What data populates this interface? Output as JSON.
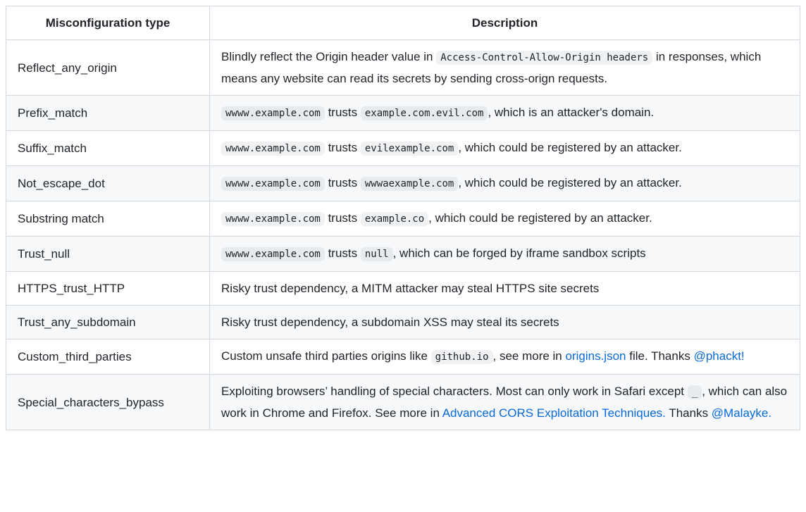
{
  "colors": {
    "text": "#1f2328",
    "link": "#0969da",
    "border": "#d0d7de",
    "row_alt_background": "#f6f8fa",
    "code_background": "rgba(175,184,193,0.2)"
  },
  "table": {
    "headers": [
      {
        "label": "Misconfiguration type"
      },
      {
        "label": "Description"
      }
    ],
    "rows": [
      {
        "type": "Reflect_any_origin",
        "description": [
          {
            "kind": "text",
            "value": "Blindly reflect the Origin header value in "
          },
          {
            "kind": "code",
            "value": "Access-Control-Allow-Origin headers"
          },
          {
            "kind": "text",
            "value": " in responses, which means any website can read its secrets by sending cross-orign requests."
          }
        ]
      },
      {
        "type": "Prefix_match",
        "description": [
          {
            "kind": "code",
            "value": "wwww.example.com"
          },
          {
            "kind": "text",
            "value": " trusts "
          },
          {
            "kind": "code",
            "value": "example.com.evil.com"
          },
          {
            "kind": "text",
            "value": ", which is an attacker's domain."
          }
        ]
      },
      {
        "type": "Suffix_match",
        "description": [
          {
            "kind": "code",
            "value": "wwww.example.com"
          },
          {
            "kind": "text",
            "value": " trusts "
          },
          {
            "kind": "code",
            "value": "evilexample.com"
          },
          {
            "kind": "text",
            "value": ", which could be registered by an attacker."
          }
        ]
      },
      {
        "type": "Not_escape_dot",
        "description": [
          {
            "kind": "code",
            "value": "wwww.example.com"
          },
          {
            "kind": "text",
            "value": " trusts "
          },
          {
            "kind": "code",
            "value": "wwwaexample.com"
          },
          {
            "kind": "text",
            "value": ", which could be registered by an attacker."
          }
        ]
      },
      {
        "type": "Substring match",
        "description": [
          {
            "kind": "code",
            "value": "wwww.example.com"
          },
          {
            "kind": "text",
            "value": " trusts "
          },
          {
            "kind": "code",
            "value": "example.co"
          },
          {
            "kind": "text",
            "value": ", which could be registered by an attacker."
          }
        ]
      },
      {
        "type": "Trust_null",
        "description": [
          {
            "kind": "code",
            "value": "wwww.example.com"
          },
          {
            "kind": "text",
            "value": " trusts "
          },
          {
            "kind": "code",
            "value": "null"
          },
          {
            "kind": "text",
            "value": ", which can be forged by iframe sandbox scripts"
          }
        ]
      },
      {
        "type": "HTTPS_trust_HTTP",
        "description": [
          {
            "kind": "text",
            "value": "Risky trust dependency, a MITM attacker may steal HTTPS site secrets"
          }
        ]
      },
      {
        "type": "Trust_any_subdomain",
        "description": [
          {
            "kind": "text",
            "value": "Risky trust dependency, a subdomain XSS may steal its secrets"
          }
        ]
      },
      {
        "type": "Custom_third_parties",
        "description": [
          {
            "kind": "text",
            "value": "Custom unsafe third parties origins like "
          },
          {
            "kind": "code",
            "value": "github.io"
          },
          {
            "kind": "text",
            "value": ", see more in "
          },
          {
            "kind": "link",
            "name": "origins-json-link",
            "value": "origins.json"
          },
          {
            "kind": "text",
            "value": " file. Thanks "
          },
          {
            "kind": "link",
            "name": "phackt-link",
            "value": "@phackt!"
          }
        ]
      },
      {
        "type": "Special_characters_bypass",
        "description": [
          {
            "kind": "text",
            "value": "Exploiting browsers’ handling of special characters. Most can only work in Safari except "
          },
          {
            "kind": "code",
            "value": "_"
          },
          {
            "kind": "text",
            "value": ", which can also work in Chrome and Firefox. See more in "
          },
          {
            "kind": "link",
            "name": "advanced-cors-exploitation-link",
            "value": "Advanced CORS Exploitation Techniques."
          },
          {
            "kind": "text",
            "value": " Thanks "
          },
          {
            "kind": "link",
            "name": "malayke-link",
            "value": "@Malayke."
          }
        ]
      }
    ]
  }
}
